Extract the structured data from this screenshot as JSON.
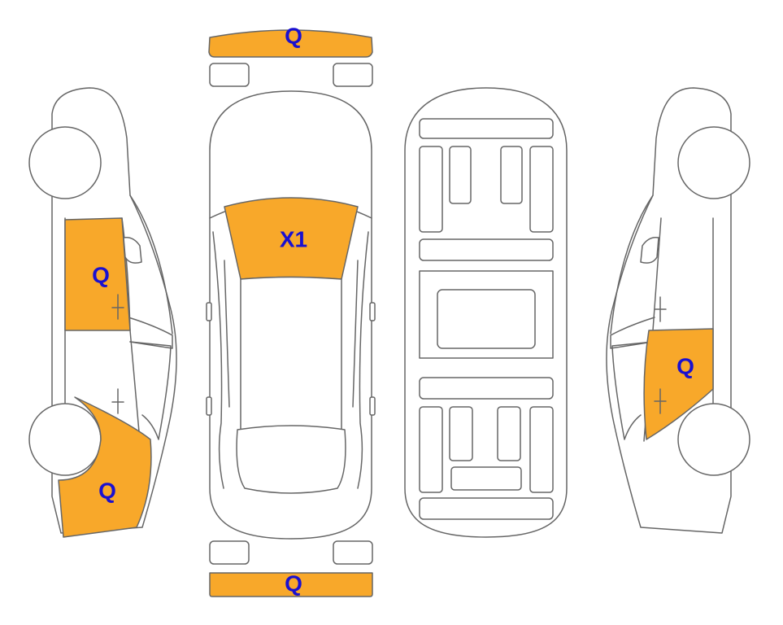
{
  "colors": {
    "damage_fill": "#F8A82A",
    "label_text": "#1A10D0",
    "outline": "#666666"
  },
  "markers": {
    "front_bumper": "Q",
    "windshield": "X1",
    "left_front_door": "Q",
    "left_front_fender": "Q",
    "right_front_door": "Q",
    "rear_bumper": "Q"
  }
}
